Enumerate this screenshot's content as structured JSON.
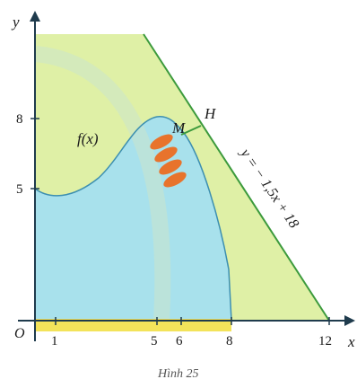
{
  "figure": {
    "caption": "Hình 25",
    "axes": {
      "x_label": "x",
      "y_label": "y",
      "origin_label": "O"
    },
    "x_ticks": [
      "1",
      "5",
      "6",
      "8",
      "12"
    ],
    "y_ticks": [
      "5",
      "8"
    ],
    "curve_label": "f(x)",
    "point_labels": {
      "M": "M",
      "H": "H"
    },
    "line_label": "y = − 1,5x + 18",
    "colors": {
      "light_green": "#dff0a6",
      "blue_region": "#a8e1ec",
      "line_green": "#3c9a3c",
      "axis_dark": "#1f3b4d",
      "yellow_band": "#f3e35a",
      "orange_marks": "#e8732c"
    }
  }
}
